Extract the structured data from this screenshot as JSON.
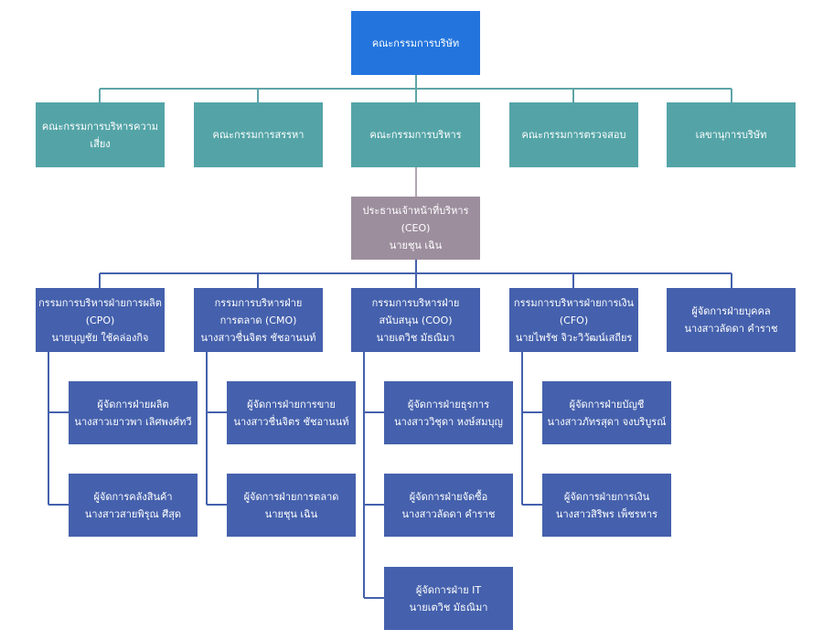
{
  "board": {
    "title": "คณะกรรมการบริษัท"
  },
  "committees": [
    {
      "lines": [
        "คณะกรรมการบริหารความ",
        "เสี่ยง"
      ]
    },
    {
      "lines": [
        "คณะกรรมการสรรหา"
      ]
    },
    {
      "lines": [
        "คณะกรรมการบริหาร"
      ]
    },
    {
      "lines": [
        "คณะกรรมการตรวจสอบ"
      ]
    },
    {
      "lines": [
        "เลขานุการบริษัท"
      ]
    }
  ],
  "ceo": {
    "lines": [
      "ประธานเจ้าหน้าที่บริหาร",
      "(CEO)",
      "นายชุน เฉิน"
    ]
  },
  "executives": [
    {
      "lines": [
        "กรรมการบริหารฝ่ายการผลิต",
        "(CPO)",
        "นายบุญชัย ใช้คล่องกิจ"
      ]
    },
    {
      "lines": [
        "กรรมการบริหารฝ่าย",
        "การตลาด (CMO)",
        "นางสาวชื่นจิตร ชัชอานนท์"
      ]
    },
    {
      "lines": [
        "กรรมการบริหารฝ่าย",
        "สนับสนุน (COO)",
        "นายเตวิช มัธณิมา"
      ]
    },
    {
      "lines": [
        "กรรมการบริหารฝ่ายการเงิน",
        "(CFO)",
        "นายไพรัช จิวะวิวัฒน์เสถียร"
      ]
    },
    {
      "lines": [
        "ผู้จัดการฝ่ายบุคคล",
        "นางสาวลัดดา คำราช"
      ]
    }
  ],
  "managers": {
    "production": [
      {
        "lines": [
          "ผู้จัดการฝ่ายผลิต",
          "นางสาวเยาวพา เลิศพงศ์ทวี"
        ]
      },
      {
        "lines": [
          "ผู้จัดการคลังสินค้า",
          "นางสาวสายพิรุณ ศีสุด"
        ]
      }
    ],
    "marketing": [
      {
        "lines": [
          "ผู้จัดการฝ่ายการขาย",
          "นางสาวชื่นจิตร ชัชอานนท์"
        ]
      },
      {
        "lines": [
          "ผู้จัดการฝ่ายการตลาด",
          "นายชุน เฉิน"
        ]
      }
    ],
    "support": [
      {
        "lines": [
          "ผู้จัดการฝ่ายธุรการ",
          "นางสาววิชุดา หงษ์สมบุญ"
        ]
      },
      {
        "lines": [
          "ผู้จัดการฝ่ายจัดซื้อ",
          "นางสาวลัดดา คำราช"
        ]
      },
      {
        "lines": [
          "ผู้จัดการฝ่าย IT",
          "นายเตวิช มัธณิมา"
        ]
      }
    ],
    "finance": [
      {
        "lines": [
          "ผู้จัดการฝ่ายบัญชี",
          "นางสาวภัทรสุดา จงบริบูรณ์"
        ]
      },
      {
        "lines": [
          "ผู้จัดการฝ่ายการเงิน",
          "นางสาวสิริพร เพ็ชรหาร"
        ]
      }
    ]
  },
  "colors": {
    "board": "#2375dd",
    "committee": "#54a4a7",
    "ceo": "#9d8e9e",
    "unit": "#4561ad",
    "line_teal": "#5fa5a8",
    "line_ceo": "#b2a6b3",
    "line_blue": "#4561ad"
  }
}
